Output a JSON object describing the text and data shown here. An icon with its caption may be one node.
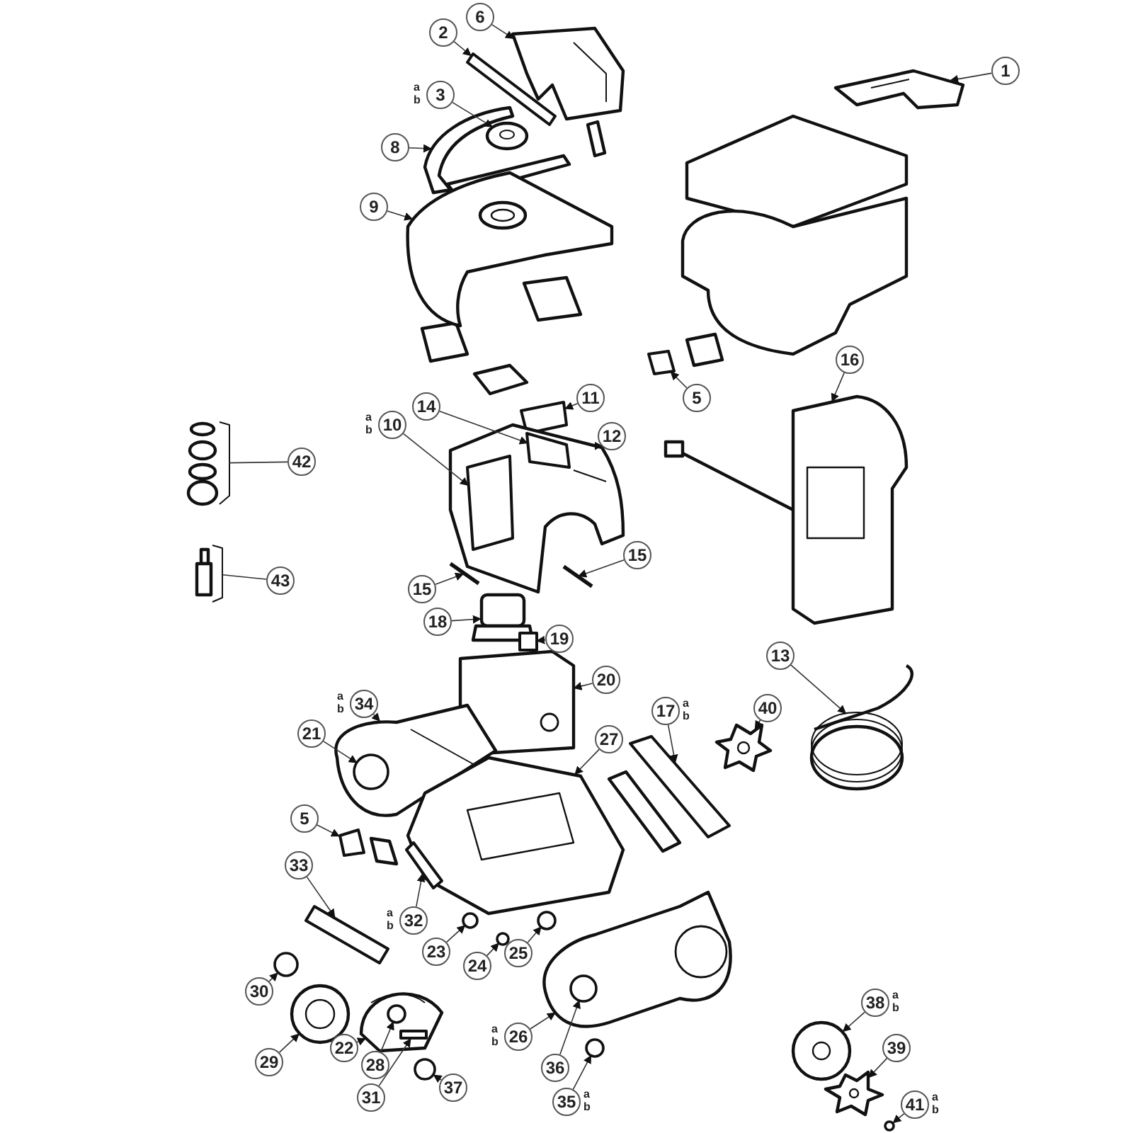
{
  "diagram": {
    "nodes": [
      {
        "text": [
          "6"
        ]
      },
      {
        "text": [
          "2"
        ]
      },
      {
        "text": [
          "1"
        ]
      },
      {
        "text": [
          "3"
        ],
        "beside": [
          "a b"
        ]
      },
      {
        "text": [
          "8"
        ]
      },
      {
        "text": [
          "9"
        ]
      },
      {
        "text": [
          "16"
        ]
      },
      {
        "text": [
          "5"
        ]
      },
      {
        "text": [
          "11"
        ]
      },
      {
        "text": [
          "14"
        ]
      },
      {
        "text": [
          "10"
        ],
        "beside": [
          "a b"
        ]
      },
      {
        "text": [
          "12"
        ]
      },
      {
        "text": [
          "42"
        ]
      },
      {
        "text": [
          "15"
        ]
      },
      {
        "text": [
          "43"
        ]
      },
      {
        "text": [
          "15"
        ]
      },
      {
        "text": [
          "18"
        ]
      },
      {
        "text": [
          "19"
        ]
      },
      {
        "text": [
          "13"
        ]
      },
      {
        "text": [
          "20"
        ]
      },
      {
        "text": [
          "34"
        ],
        "beside": [
          "a b"
        ]
      },
      {
        "text": [
          "17"
        ],
        "beside": [
          "a b"
        ]
      },
      {
        "text": [
          "40"
        ]
      },
      {
        "text": [
          "21"
        ]
      },
      {
        "text": [
          "27"
        ]
      },
      {
        "text": [
          "5"
        ]
      },
      {
        "text": [
          "33"
        ]
      },
      {
        "text": [
          "32"
        ],
        "beside": [
          "a b"
        ]
      },
      {
        "text": [
          "23"
        ]
      },
      {
        "text": [
          "25"
        ]
      },
      {
        "text": [
          "24"
        ]
      },
      {
        "text": [
          "30"
        ]
      },
      {
        "text": [
          "38"
        ],
        "beside": [
          "a b"
        ]
      },
      {
        "text": [
          "26"
        ],
        "beside": [
          "a b"
        ]
      },
      {
        "text": [
          "29"
        ]
      },
      {
        "text": [
          "22"
        ]
      },
      {
        "text": [
          "39"
        ]
      },
      {
        "text": [
          "36"
        ]
      },
      {
        "text": [
          "28"
        ]
      },
      {
        "text": [
          "37"
        ]
      },
      {
        "text": [
          "35"
        ],
        "beside": [
          "a b"
        ]
      },
      {
        "text": [
          "31"
        ]
      },
      {
        "text": [
          "41"
        ],
        "beside": [
          "a b"
        ]
      },
      {
        "text": [],
        "shape": "picture"
      },
      {
        "text": [],
        "shape": "box"
      },
      {
        "text": [],
        "shape": "picture"
      },
      {
        "text": [],
        "shape": "picture"
      },
      {
        "text": [],
        "shape": "picture"
      },
      {
        "text": [],
        "shape": "picture"
      },
      {
        "text": [],
        "shape": "box"
      },
      {
        "text": [],
        "shape": "box"
      },
      {
        "text": [],
        "shape": "picture"
      },
      {
        "text": [],
        "shape": "picture"
      },
      {
        "text": [],
        "shape": "box",
        "in": 52
      },
      {
        "text": [],
        "shape": "box",
        "in": 52
      },
      {
        "text": [],
        "shape": "picture"
      },
      {
        "text": [],
        "shape": "bar"
      },
      {
        "text": [],
        "shape": "picture"
      },
      {
        "text": [],
        "shape": "bar"
      },
      {
        "text": [],
        "shape": "picture"
      },
      {
        "text": [],
        "shape": "box"
      },
      {
        "text": [],
        "shape": "picture"
      },
      {
        "text": [],
        "shape": "picture"
      },
      {
        "text": [],
        "shape": "picture"
      },
      {
        "text": [],
        "shape": "circle",
        "in": 63
      },
      {
        "text": [],
        "shape": "box"
      },
      {
        "text": [],
        "shape": "picture"
      },
      {
        "text": [],
        "shape": "picture"
      },
      {
        "text": [],
        "shape": "box",
        "in": 67
      },
      {
        "text": [],
        "shape": "box"
      },
      {
        "text": [],
        "shape": "box"
      },
      {
        "text": [],
        "shape": "circle"
      },
      {
        "text": [],
        "shape": "circle"
      },
      {
        "text": [],
        "shape": "circle"
      },
      {
        "text": [],
        "shape": "picture"
      },
      {
        "text": [],
        "shape": "circle",
        "in": 74
      },
      {
        "text": [],
        "shape": "circle"
      },
      {
        "text": [],
        "shape": "picture"
      },
      {
        "text": [],
        "shape": "picture"
      },
      {
        "text": [],
        "shape": "picture"
      },
      {
        "text": [],
        "shape": "circle",
        "in": 79
      },
      {
        "text": [],
        "shape": "box",
        "in": 79
      },
      {
        "text": [],
        "shape": "circle"
      },
      {
        "text": [],
        "shape": "circle"
      },
      {
        "text": [],
        "shape": "picture"
      },
      {
        "text": [],
        "shape": "circle"
      }
    ],
    "edges": [
      {
        "from": 0,
        "to": 43,
        "arrow": "to"
      },
      {
        "from": 1,
        "to": 44,
        "arrow": "to"
      },
      {
        "from": 2,
        "to": 45,
        "arrow": "to"
      },
      {
        "from": 3,
        "to": 46,
        "arrow": "to"
      },
      {
        "from": 4,
        "to": 47,
        "arrow": "to"
      },
      {
        "from": 5,
        "to": 48,
        "arrow": "to"
      },
      {
        "from": 6,
        "to": 51,
        "arrow": "to"
      },
      {
        "from": 7,
        "to": 49,
        "arrow": "to"
      },
      {
        "from": 8,
        "to": 50,
        "arrow": "to"
      },
      {
        "from": 9,
        "to": 53,
        "arrow": "to"
      },
      {
        "from": 10,
        "to": 54,
        "arrow": "to"
      },
      {
        "from": 11,
        "to": 52,
        "arrow": "to"
      },
      {
        "from": 12,
        "to": 55,
        "arrow": "none"
      },
      {
        "from": 13,
        "to": 58,
        "arrow": "to"
      },
      {
        "from": 14,
        "to": 57,
        "arrow": "none"
      },
      {
        "from": 15,
        "to": 56,
        "arrow": "to"
      },
      {
        "from": 16,
        "to": 59,
        "arrow": "to"
      },
      {
        "from": 17,
        "to": 60,
        "arrow": "to"
      },
      {
        "from": 18,
        "to": 61,
        "arrow": "to"
      },
      {
        "from": 19,
        "to": 62,
        "arrow": "to"
      },
      {
        "from": 20,
        "to": 63,
        "arrow": "to"
      },
      {
        "from": 21,
        "to": 65,
        "arrow": "to"
      },
      {
        "from": 22,
        "to": 66,
        "arrow": "to"
      },
      {
        "from": 23,
        "to": 64,
        "arrow": "to"
      },
      {
        "from": 24,
        "to": 67,
        "arrow": "to"
      },
      {
        "from": 25,
        "to": 69,
        "arrow": "to"
      },
      {
        "from": 26,
        "to": 70,
        "arrow": "to"
      },
      {
        "from": 27,
        "to": 68,
        "arrow": "to"
      },
      {
        "from": 28,
        "to": 71,
        "arrow": "to"
      },
      {
        "from": 29,
        "to": 72,
        "arrow": "to"
      },
      {
        "from": 30,
        "to": 73,
        "arrow": "to"
      },
      {
        "from": 31,
        "to": 76,
        "arrow": "to"
      },
      {
        "from": 32,
        "to": 78,
        "arrow": "to"
      },
      {
        "from": 33,
        "to": 74,
        "arrow": "to"
      },
      {
        "from": 34,
        "to": 77,
        "arrow": "to"
      },
      {
        "from": 35,
        "to": 79,
        "arrow": "to"
      },
      {
        "from": 36,
        "to": 84,
        "arrow": "to"
      },
      {
        "from": 37,
        "to": 75,
        "arrow": "to"
      },
      {
        "from": 38,
        "to": 80,
        "arrow": "to"
      },
      {
        "from": 39,
        "to": 82,
        "arrow": "to"
      },
      {
        "from": 40,
        "to": 83,
        "arrow": "to"
      },
      {
        "from": 41,
        "to": 81,
        "arrow": "to"
      },
      {
        "from": 42,
        "to": 85,
        "arrow": "to"
      }
    ]
  }
}
